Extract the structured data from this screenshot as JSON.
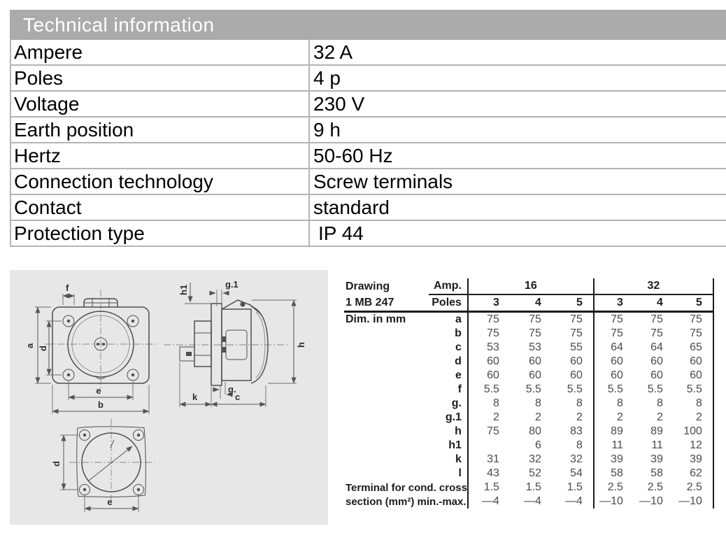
{
  "header": {
    "title": "Technical information"
  },
  "spec_table": {
    "rows": [
      {
        "label": "Ampere",
        "value": "32 A"
      },
      {
        "label": "Poles",
        "value": "4 p"
      },
      {
        "label": "Voltage",
        "value": "230 V"
      },
      {
        "label": "Earth position",
        "value": "9 h"
      },
      {
        "label": "Hertz",
        "value": "50-60 Hz"
      },
      {
        "label": "Connection technology",
        "value": "Screw terminals"
      },
      {
        "label": "Contact",
        "value": "standard"
      },
      {
        "label": "Protection type",
        "value": "IP 44"
      }
    ]
  },
  "drawing": {
    "front_labels": {
      "f": "f",
      "a": "a",
      "d": "d",
      "e": "e",
      "b": "b"
    },
    "side_labels": {
      "h1": "h1",
      "g1": "g.1",
      "h": "h",
      "g": "g.",
      "k": "k",
      "c": "c"
    },
    "bottom_labels": {
      "d": "d",
      "e": "e"
    }
  },
  "dim_table": {
    "drawing_label": "Drawing",
    "drawing_number": "1 MB 247",
    "amp_label": "Amp.",
    "poles_label": "Poles",
    "amp_16": "16",
    "amp_32": "32",
    "pole_cols": [
      "3",
      "4",
      "5",
      "3",
      "4",
      "5"
    ],
    "dim_unit": "Dim. in mm",
    "rows": [
      {
        "label": "a",
        "values": [
          "75",
          "75",
          "75",
          "75",
          "75",
          "75"
        ]
      },
      {
        "label": "b",
        "values": [
          "75",
          "75",
          "75",
          "75",
          "75",
          "75"
        ]
      },
      {
        "label": "c",
        "values": [
          "53",
          "53",
          "55",
          "64",
          "64",
          "65"
        ]
      },
      {
        "label": "d",
        "values": [
          "60",
          "60",
          "60",
          "60",
          "60",
          "60"
        ]
      },
      {
        "label": "e",
        "values": [
          "60",
          "60",
          "60",
          "60",
          "60",
          "60"
        ]
      },
      {
        "label": "f",
        "values": [
          "5.5",
          "5.5",
          "5.5",
          "5.5",
          "5.5",
          "5.5"
        ]
      },
      {
        "label": "g.",
        "values": [
          "8",
          "8",
          "8",
          "8",
          "8",
          "8"
        ]
      },
      {
        "label": "g.1",
        "values": [
          "2",
          "2",
          "2",
          "2",
          "2",
          "2"
        ]
      },
      {
        "label": "h",
        "values": [
          "75",
          "80",
          "83",
          "89",
          "89",
          "100"
        ]
      },
      {
        "label": "h1",
        "values": [
          "",
          "6",
          "8",
          "11",
          "11",
          "12"
        ]
      },
      {
        "label": "k",
        "values": [
          "31",
          "32",
          "32",
          "39",
          "39",
          "39"
        ]
      },
      {
        "label": "l",
        "values": [
          "43",
          "52",
          "54",
          "58",
          "58",
          "62"
        ]
      }
    ],
    "terminal_label_line1": "Terminal for cond. cross",
    "terminal_label_line2": "section (mm²) min.-max.",
    "terminal_min": [
      "1.5",
      "1.5",
      "1.5",
      "2.5",
      "2.5",
      "2.5"
    ],
    "terminal_max": [
      "—4",
      "—4",
      "—4",
      "—10",
      "—10",
      "—10"
    ]
  },
  "colors": {
    "header_bg": "#ababab",
    "header_text": "#ffffff",
    "spec_border": "#b4b4b4",
    "panel_bg": "#e7e7e7",
    "dim_line": "#1c1c1c",
    "dim_value_text": "#4a4a4a"
  }
}
